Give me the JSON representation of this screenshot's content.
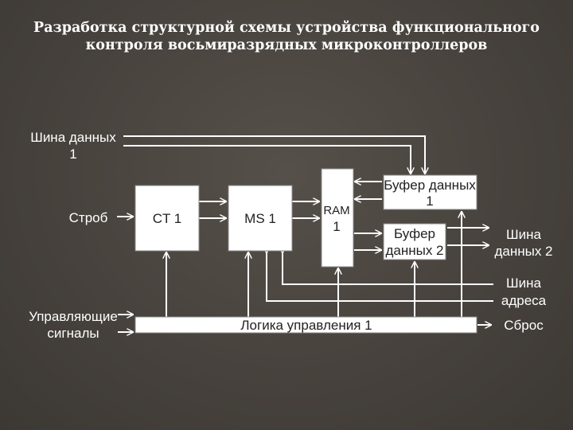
{
  "title": {
    "line1": "Разработка структурной схемы устройства функционального",
    "line2": "контроля восьмиразрядных микроконтроллеров"
  },
  "inputs": {
    "data_bus_1_a": "Шина данных",
    "data_bus_1_b": "1",
    "strobe": "Строб",
    "control_a": "Управляющие",
    "control_b": "сигналы"
  },
  "blocks": {
    "ct1": "CT 1",
    "ms1": "MS 1",
    "ram_a": "RAM",
    "ram_b": "1",
    "buf1_a": "Буфер данных",
    "buf1_b": "1",
    "buf2_a": "Буфер",
    "buf2_b": "данных 2",
    "logic": "Логика управления 1"
  },
  "outputs": {
    "data_bus_2_a": "Шина",
    "data_bus_2_b": "данных 2",
    "addr_bus_a": "Шина",
    "addr_bus_b": "адреса",
    "reset": "Сброс"
  },
  "colors": {
    "line": "#ffffff",
    "box_fill": "#ffffff",
    "text": "#ffffff"
  }
}
